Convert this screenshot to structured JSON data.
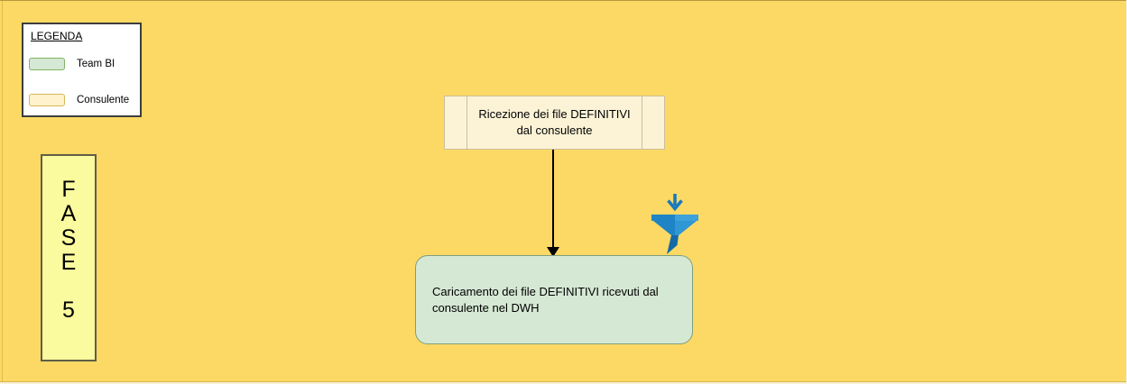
{
  "canvas": {
    "type": "flowchart",
    "background": "#FCD964"
  },
  "legend": {
    "title": "LEGENDA",
    "items": [
      {
        "label": "Team BI",
        "swatch_fill": "#D5E8D4",
        "swatch_border": "#82B366"
      },
      {
        "label": "Consulente",
        "swatch_fill": "#FFF2CC",
        "swatch_border": "#D6B656"
      }
    ]
  },
  "phase": {
    "letters": [
      "F",
      "A",
      "S",
      "E"
    ],
    "number": "5",
    "fill": "#FAFA9E"
  },
  "flow": {
    "start_node": {
      "label": "Ricezione dei file DEFINITIVI dal consulente",
      "shape": "process",
      "fill": "#FCF3D7"
    },
    "connector": {
      "style": "arrow-down",
      "color": "#000000"
    },
    "funnel_icon": {
      "name": "filter-funnel-icon",
      "color": "#1F84C6"
    },
    "end_node": {
      "label": "Caricamento dei file DEFINITIVI ricevuti dal consulente nel DWH",
      "shape": "rounded-rectangle",
      "fill": "#D5E8D4"
    }
  }
}
